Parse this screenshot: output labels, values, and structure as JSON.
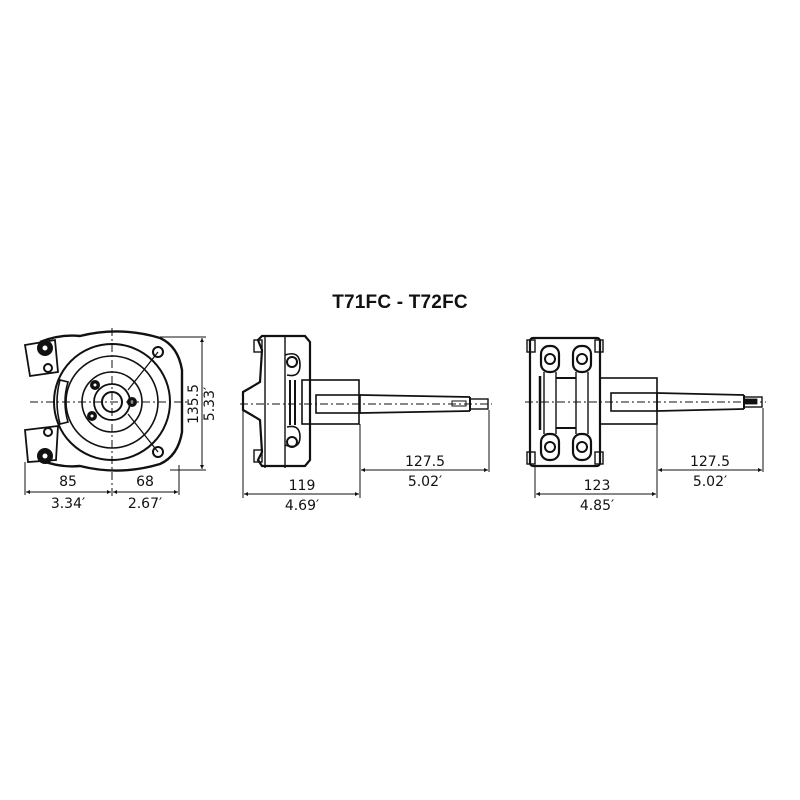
{
  "title": "T71FC - T72FC",
  "front_view": {
    "dims": {
      "left_width_mm": "85",
      "left_width_in": "3.34′",
      "right_width_mm": "68",
      "right_width_in": "2.67′",
      "height_mm": "135.5",
      "height_in": "5.33′"
    }
  },
  "side_view_t71fc": {
    "dims": {
      "body_length_mm": "119",
      "body_length_in": "4.69′",
      "shaft_length_mm": "127.5",
      "shaft_length_in": "5.02′"
    }
  },
  "side_view_t72fc": {
    "dims": {
      "body_length_mm": "123",
      "body_length_in": "4.85′",
      "shaft_length_mm": "127.5",
      "shaft_length_in": "5.02′"
    }
  },
  "colors": {
    "ink": "#111111",
    "background": "#ffffff"
  }
}
